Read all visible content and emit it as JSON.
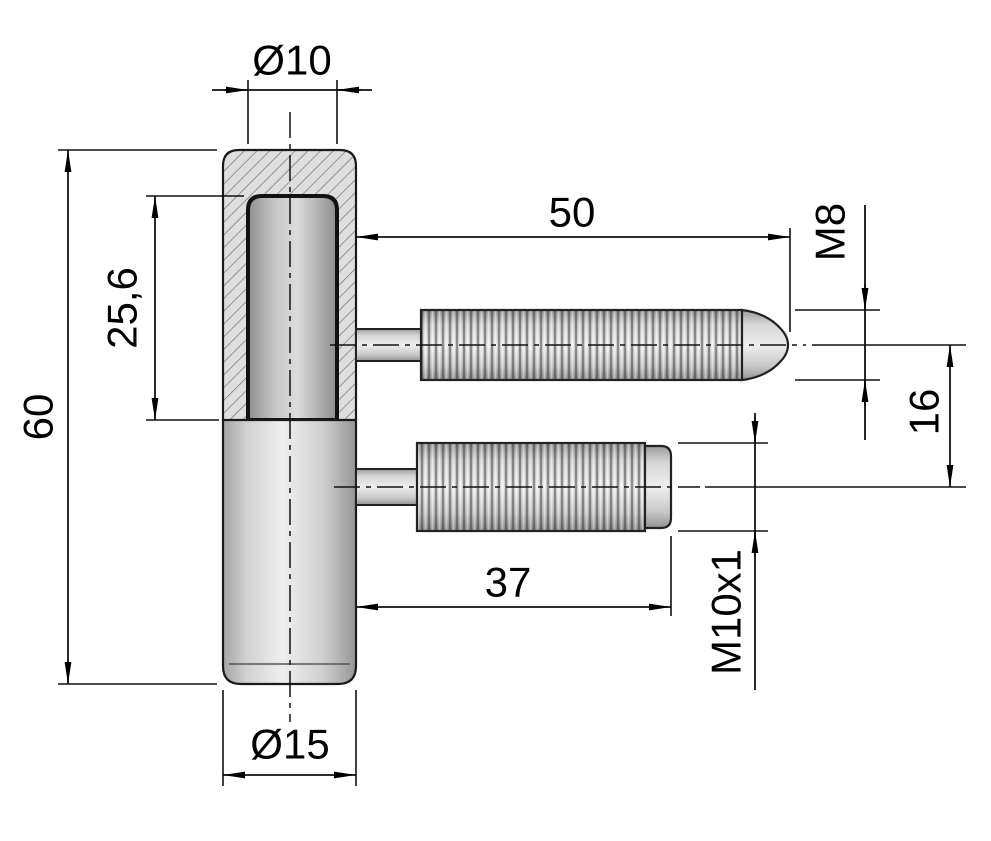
{
  "drawing": {
    "dims": {
      "pin_diameter": "Ø10",
      "pin_depth": "25,6",
      "total_height": "60",
      "body_diameter": "Ø15",
      "upper_stud_length": "50",
      "upper_stud_thread": "M8",
      "stud_spacing": "16",
      "lower_stud_length": "37",
      "lower_stud_thread": "M10x1"
    },
    "colors": {
      "line": "#111111",
      "metal_light": "#efefef",
      "metal_mid": "#cfcfcf",
      "metal_dark": "#9a9a9a",
      "background": "#ffffff"
    }
  }
}
